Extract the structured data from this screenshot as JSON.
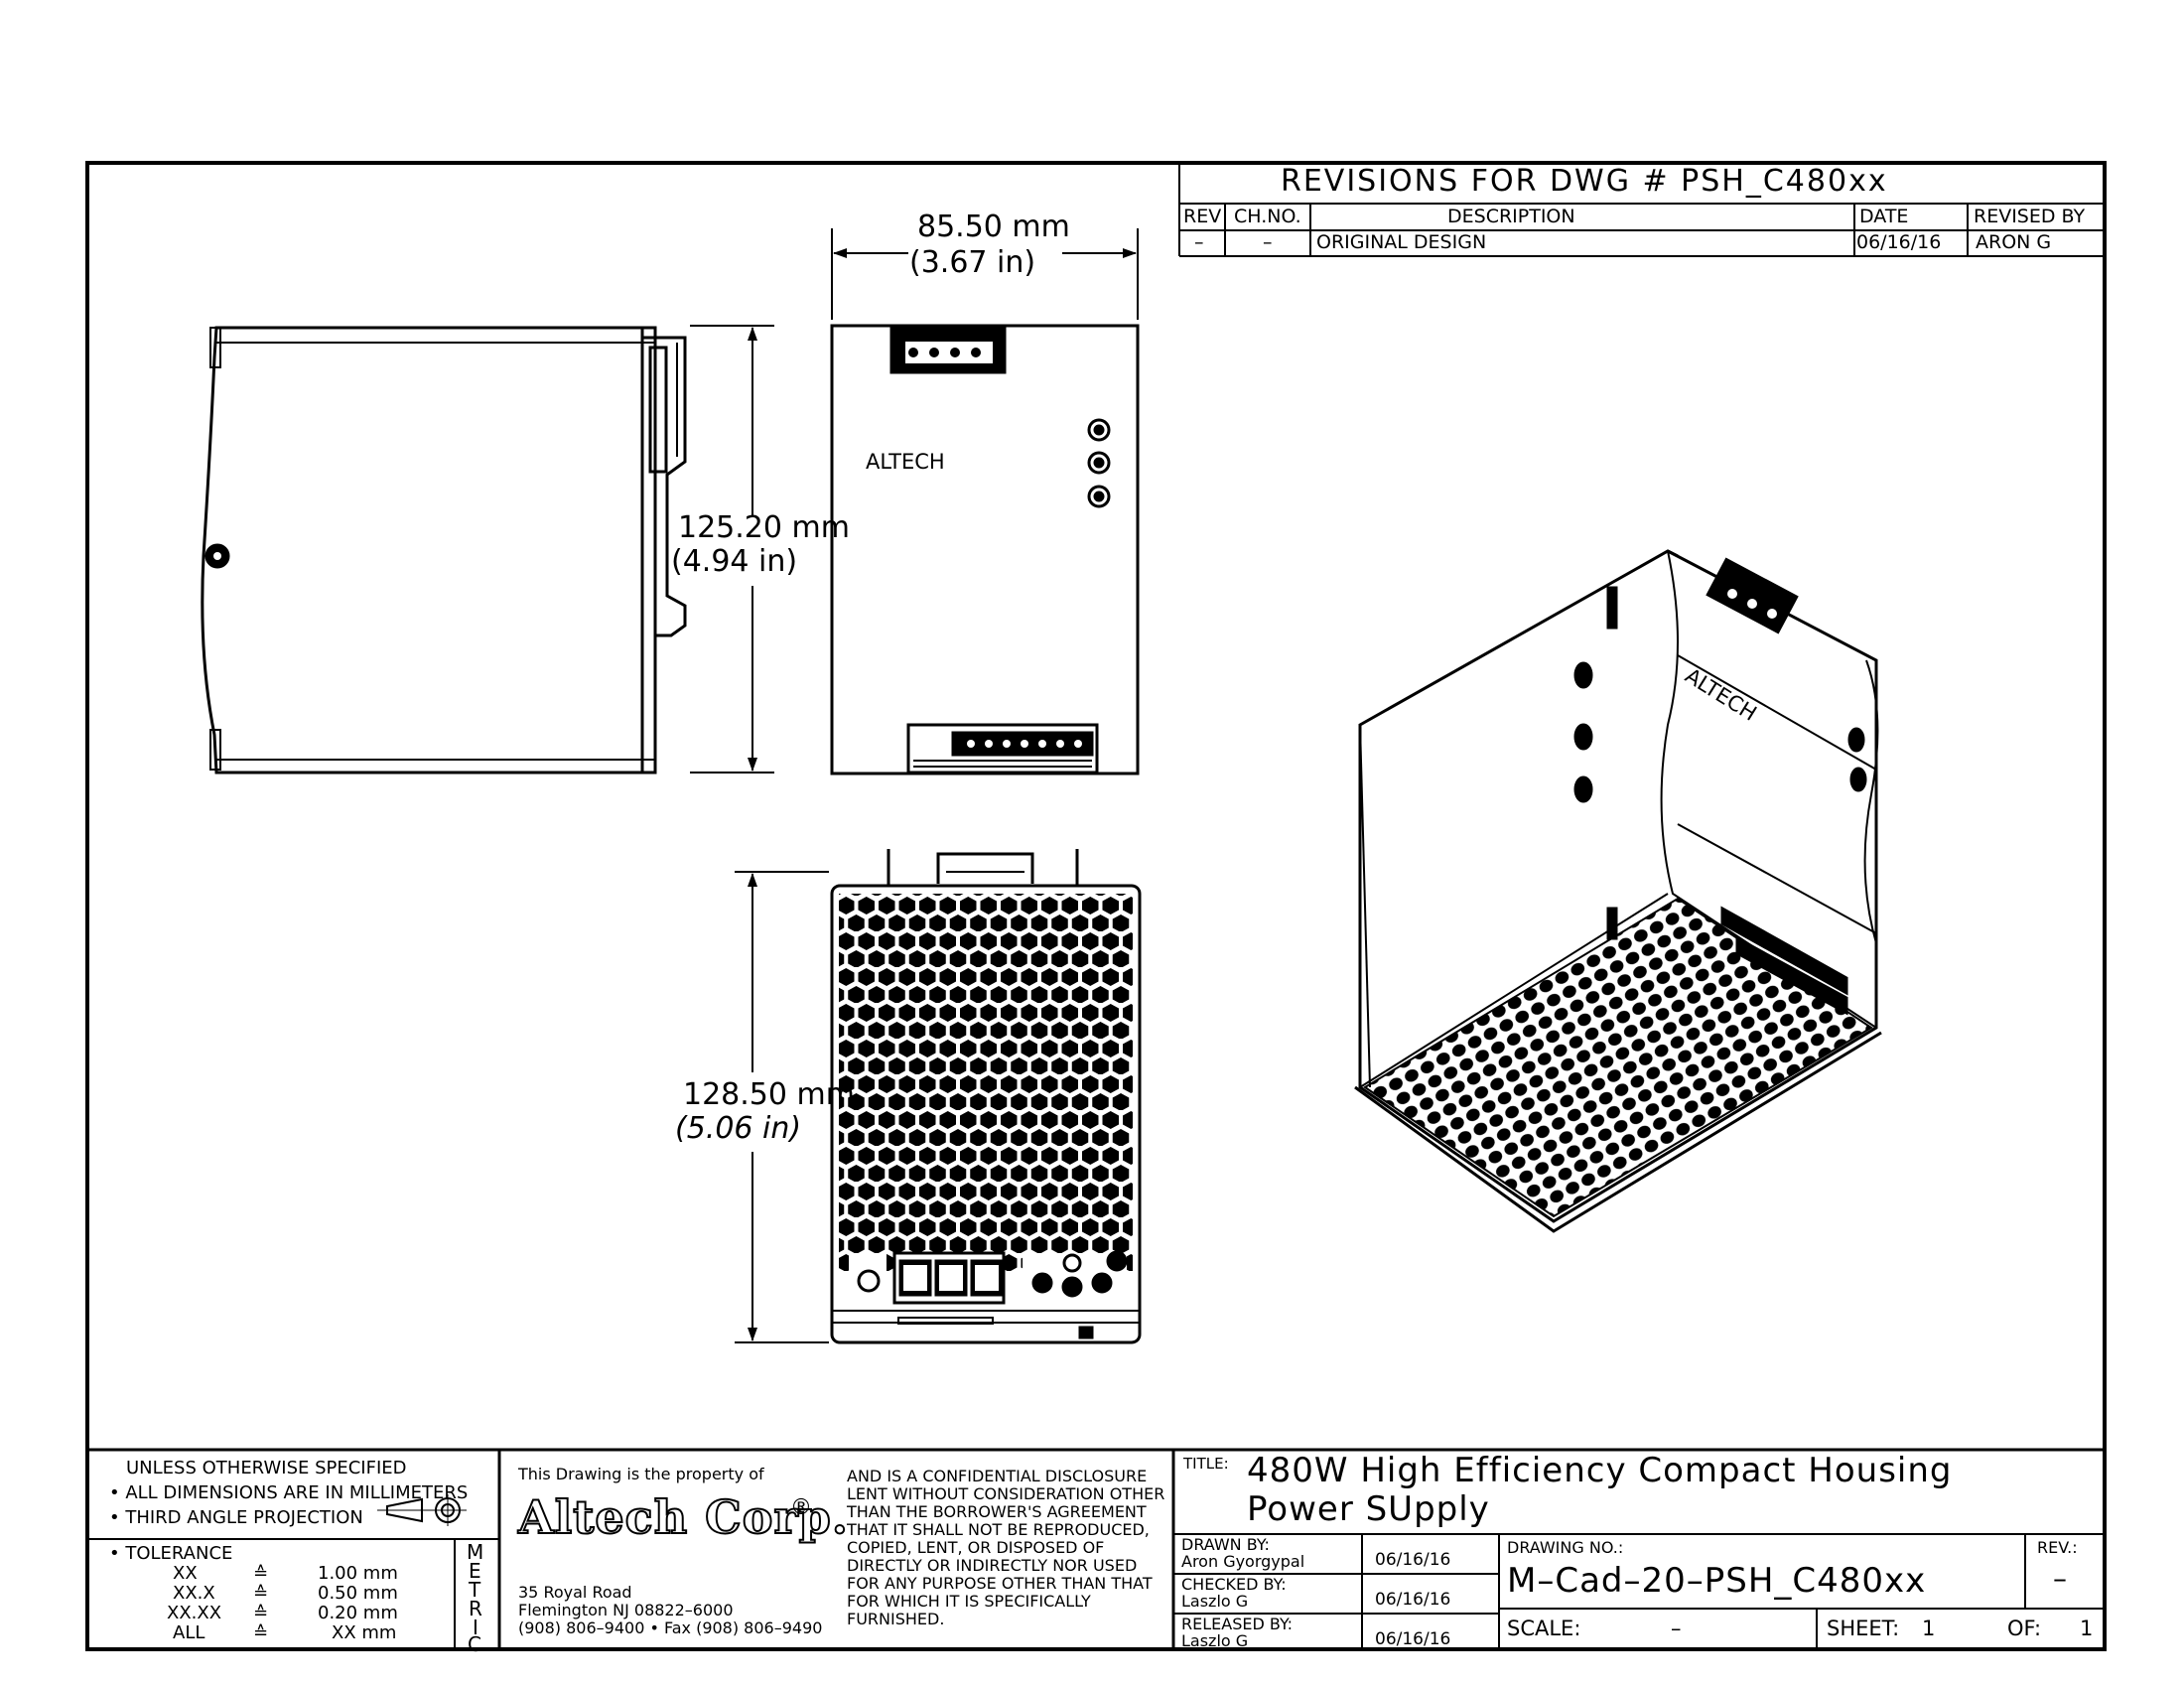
{
  "revisions": {
    "title": "REVISIONS FOR DWG # PSH_C480xx",
    "headers": {
      "rev": "REV",
      "ch_no": "CH.NO.",
      "description": "DESCRIPTION",
      "date": "DATE",
      "revised_by": "REVISED BY"
    },
    "rows": [
      {
        "rev": "–",
        "ch_no": "–",
        "description": "ORIGINAL DESIGN",
        "date": "06/16/16",
        "revised_by": "ARON G"
      }
    ]
  },
  "views": {
    "front_width_mm": "85.50 mm",
    "front_width_in": "(3.67 in)",
    "height_mm": "125.20 mm",
    "height_in": "(4.94 in)",
    "depth_mm": "128.50 mm",
    "depth_in": "(5.06 in)",
    "front_brand": "ALTECH",
    "iso_brand": "ALTECH"
  },
  "notes": {
    "line1": "UNLESS OTHERWISE SPECIFIED",
    "line2": "• ALL DIMENSIONS ARE IN MILLIMETERS",
    "line3": "• THIRD ANGLE PROJECTION",
    "tolerance_label": "• TOLERANCE",
    "tolerances": [
      {
        "fmt": "XX",
        "sym": "≙",
        "val": "1.00 mm"
      },
      {
        "fmt": "XX.X",
        "sym": "≙",
        "val": "0.50 mm"
      },
      {
        "fmt": "XX.XX",
        "sym": "≙",
        "val": "0.20 mm"
      },
      {
        "fmt": "ALL",
        "sym": "≙",
        "val": "XX mm"
      }
    ],
    "metric": [
      "M",
      "E",
      "T",
      "R",
      "I",
      "C"
    ]
  },
  "company": {
    "property_line": "This Drawing is the property of",
    "logo": "Altech Corp.",
    "registered": "®",
    "address1": "35 Royal Road",
    "address2": "Flemington NJ 08822–6000",
    "address3": "(908) 806–9400 • Fax (908) 806–9490",
    "disclosure": [
      "AND IS A CONFIDENTIAL DISCLOSURE",
      "LENT WITHOUT CONSIDERATION OTHER",
      "THAN THE BORROWER'S AGREEMENT",
      "THAT IT SHALL NOT BE REPRODUCED,",
      "COPIED, LENT, OR DISPOSED OF",
      "DIRECTLY OR INDIRECTLY NOR USED",
      "FOR ANY PURPOSE OTHER THAN THAT",
      "FOR WHICH IT IS SPECIFICALLY",
      "FURNISHED."
    ]
  },
  "title_block": {
    "title_label": "TITLE:",
    "title_line1": "480W High Efficiency Compact Housing",
    "title_line2": "Power SUpply",
    "drawn_label": "DRAWN BY:",
    "drawn_name": "Aron Gyorgypal",
    "drawn_date": "06/16/16",
    "checked_label": "CHECKED BY:",
    "checked_name": "Laszlo G",
    "checked_date": "06/16/16",
    "released_label": "RELEASED BY:",
    "released_name": "Laszlo G",
    "released_date": "06/16/16",
    "drawing_no_label": "DRAWING NO.:",
    "drawing_no": "M–Cad–20–PSH_C480xx",
    "rev_label": "REV.:",
    "rev_value": "–",
    "scale_label": "SCALE:",
    "scale_value": "–",
    "sheet_label": "SHEET:",
    "sheet_value": "1",
    "of_label": "OF:",
    "of_value": "1"
  }
}
